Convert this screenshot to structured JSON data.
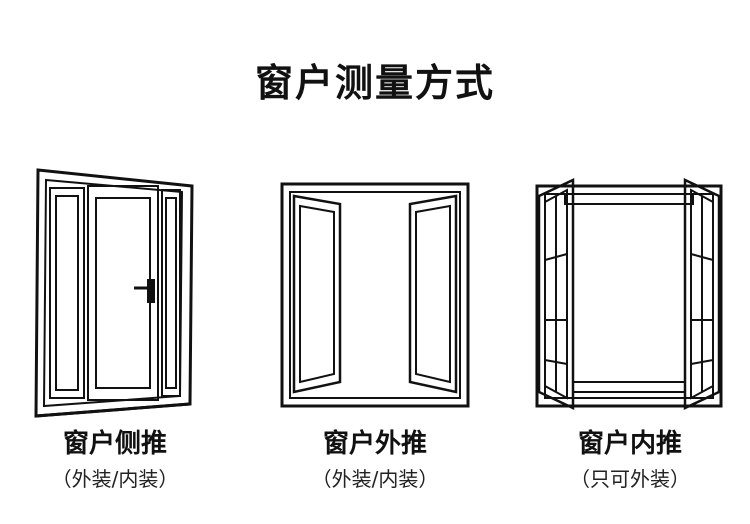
{
  "title": "窗户测量方式",
  "windows": [
    {
      "name": "窗户侧推",
      "note": "（外装/内装）"
    },
    {
      "name": "窗户外推",
      "note": "（外装/内装）"
    },
    {
      "name": "窗户内推",
      "note": "（只可外装）"
    }
  ]
}
